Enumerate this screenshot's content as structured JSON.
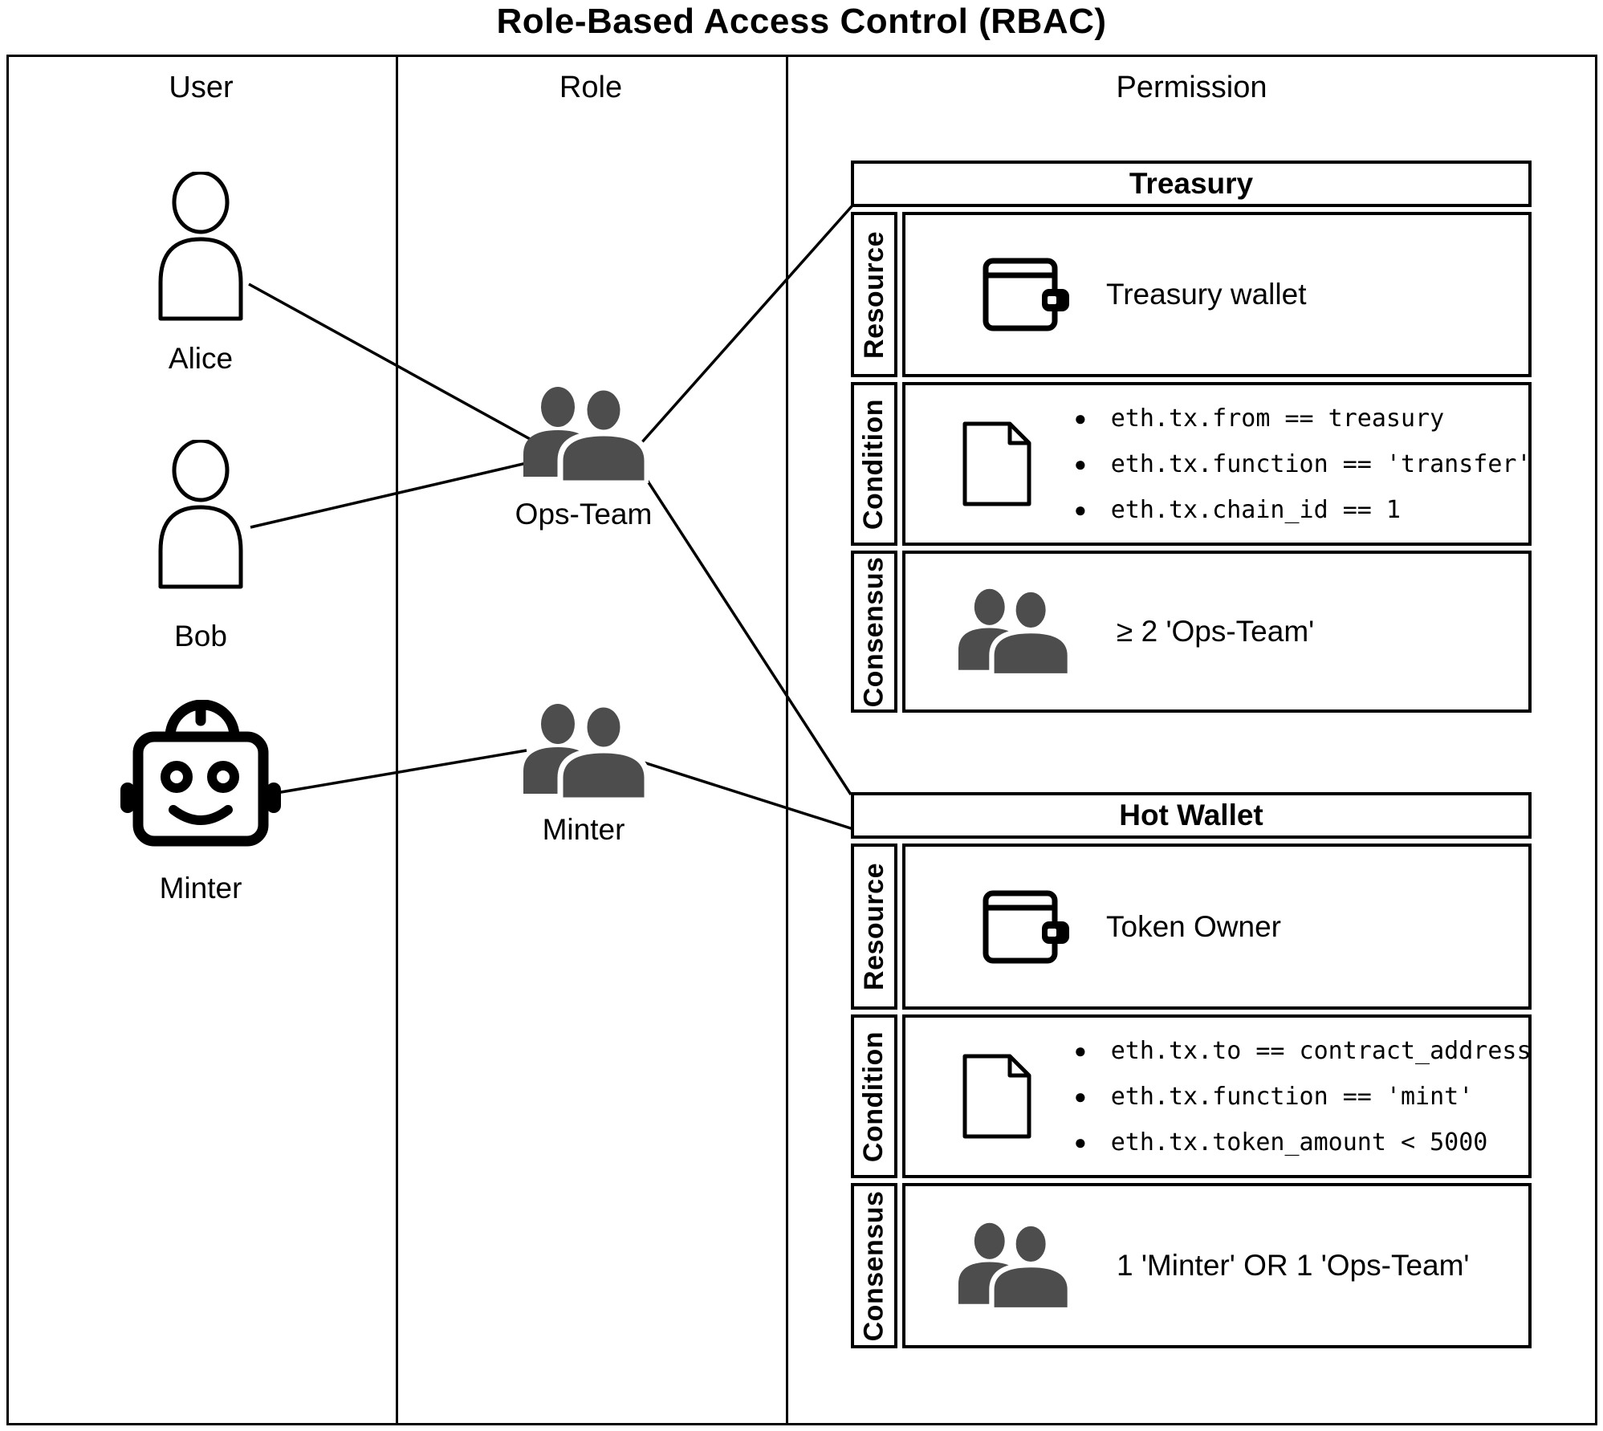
{
  "title": "Role-Based Access Control (RBAC)",
  "columns": {
    "user": "User",
    "role": "Role",
    "permission": "Permission"
  },
  "users": [
    {
      "name": "Alice",
      "icon": "person-icon"
    },
    {
      "name": "Bob",
      "icon": "person-icon"
    },
    {
      "name": "Minter",
      "icon": "robot-icon"
    }
  ],
  "roles": [
    {
      "name": "Ops-Team",
      "icon": "group-icon"
    },
    {
      "name": "Minter",
      "icon": "group-icon"
    }
  ],
  "permissions": [
    {
      "title": "Treasury",
      "resource": {
        "label": "Resource",
        "icon": "wallet-icon",
        "text": "Treasury wallet"
      },
      "condition": {
        "label": "Condition",
        "icon": "note-icon",
        "items": [
          "eth.tx.from == treasury",
          "eth.tx.function == 'transfer'",
          "eth.tx.chain_id == 1"
        ]
      },
      "consensus": {
        "label": "Consensus",
        "icon": "group-icon",
        "text": "≥ 2 'Ops-Team'"
      }
    },
    {
      "title": "Hot Wallet",
      "resource": {
        "label": "Resource",
        "icon": "wallet-icon",
        "text": "Token Owner"
      },
      "condition": {
        "label": "Condition",
        "icon": "note-icon",
        "items": [
          "eth.tx.to == contract_address",
          "eth.tx.function == 'mint'",
          "eth.tx.token_amount < 5000"
        ]
      },
      "consensus": {
        "label": "Consensus",
        "icon": "group-icon",
        "text": "1 'Minter' OR 1 'Ops-Team'"
      }
    }
  ],
  "colors": {
    "icon_gray": "#4d4d4d",
    "line": "#000000"
  }
}
